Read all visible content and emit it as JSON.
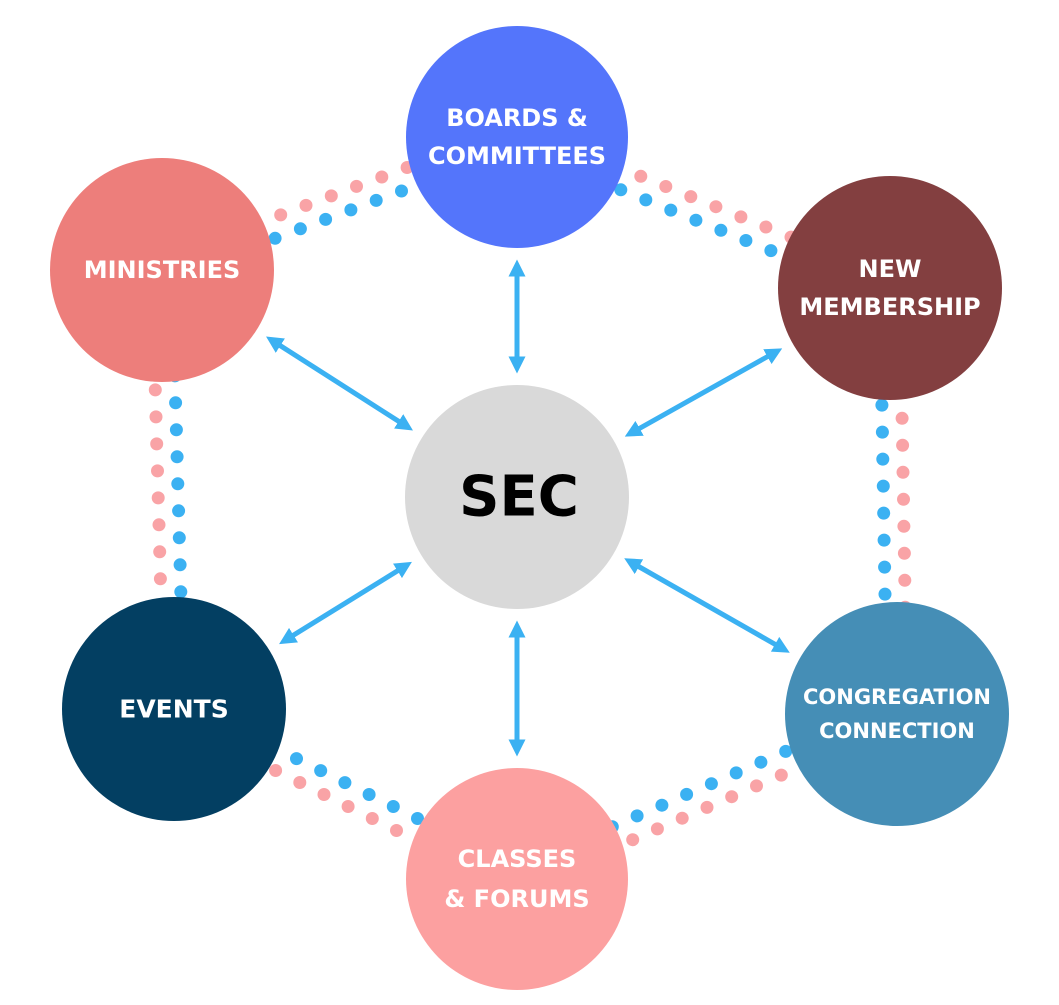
{
  "center": {
    "label": "SEC",
    "color": "#d9d9d9"
  },
  "nodes": [
    {
      "id": "boards",
      "lines": [
        "BOARDS &",
        "COMMITTEES"
      ],
      "color": "#5475fb",
      "text_color": "#ffffff"
    },
    {
      "id": "membership",
      "lines": [
        "NEW",
        "MEMBERSHIP"
      ],
      "color": "#833f40",
      "text_color": "#ffffff"
    },
    {
      "id": "congregation",
      "lines": [
        "CONGREGATION",
        "CONNECTION"
      ],
      "color": "#458eb6",
      "text_color": "#ffffff"
    },
    {
      "id": "classes",
      "lines": [
        "CLASSES",
        "& FORUMS"
      ],
      "color": "#fca0a0",
      "text_color": "#ffffff"
    },
    {
      "id": "events",
      "lines": [
        "EVENTS"
      ],
      "color": "#033f62",
      "text_color": "#ffffff"
    },
    {
      "id": "ministries",
      "lines": [
        "MINISTRIES"
      ],
      "color": "#ed7e7b",
      "text_color": "#ffffff"
    }
  ],
  "colors": {
    "arrow": "#3bb1f2",
    "dot_blue": "#3bb1f2",
    "dot_pink": "#f9a3a6"
  }
}
